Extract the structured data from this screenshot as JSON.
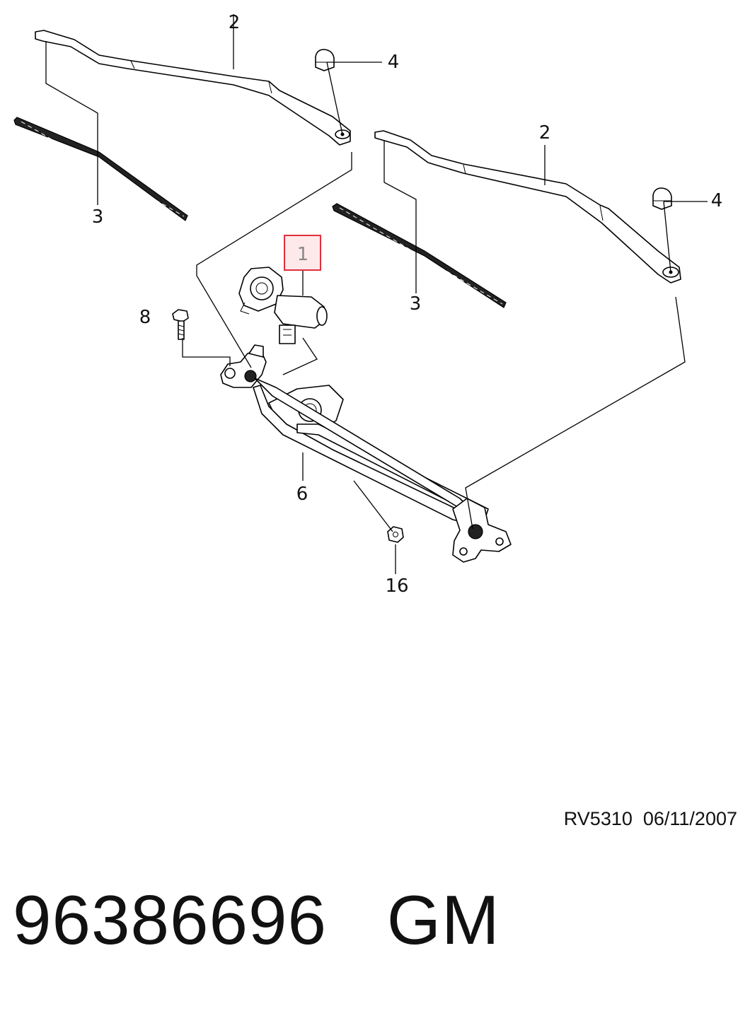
{
  "callouts": [
    {
      "id": "motor",
      "label": "1",
      "highlighted": true
    },
    {
      "id": "arm-left",
      "label": "2"
    },
    {
      "id": "arm-right",
      "label": "2"
    },
    {
      "id": "blade-left",
      "label": "3"
    },
    {
      "id": "blade-right",
      "label": "3"
    },
    {
      "id": "cap-left",
      "label": "4"
    },
    {
      "id": "cap-right",
      "label": "4"
    },
    {
      "id": "bolt",
      "label": "8"
    },
    {
      "id": "linkage",
      "label": "6"
    },
    {
      "id": "nut",
      "label": "16"
    }
  ],
  "highlight_color": "#e0303c",
  "footer": {
    "reference": "RV5310  06/11/2007",
    "part_number": "96386696",
    "brand": "GM"
  }
}
